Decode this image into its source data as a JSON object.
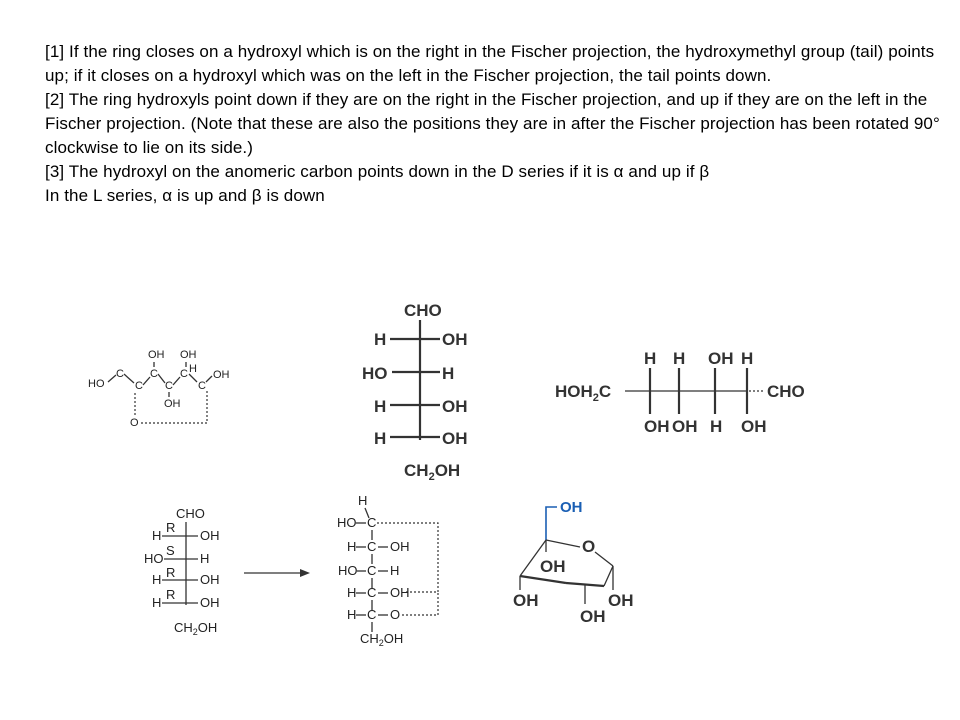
{
  "rules": [
    "[1] If the ring closes on a hydroxyl which is on the right in the Fischer projection, the hydroxymethyl group (tail) points up; if it closes on a hydroxyl which was on the left in the Fischer projection, the tail points down.",
    "[2] The ring hydroxyls point down if they are on the right in the Fischer projection, and up if they are on the left in the Fischer projection. (Note that these are also the positions they are in after the Fischer projection has been rotated 90° clockwise to lie on its side.)",
    "[3] The hydroxyl on the anomeric carbon points down in the D series if it is α and up if β",
    "In the L series, α is up and β is down"
  ],
  "chain": {
    "ho": "HO",
    "c": "C",
    "oh": "OH",
    "h": "H",
    "o": "O"
  },
  "fischer": {
    "cho": "CHO",
    "h": "H",
    "oh": "OH",
    "ho": "HO",
    "ch": "CH",
    "two": "2",
    "ohtail": "OH"
  },
  "side": {
    "hoh": "HOH",
    "two": "2",
    "c": "C",
    "cho": "CHO",
    "h": "H",
    "oh": "OH"
  },
  "fischer_rs": {
    "cho": "CHO",
    "h": "H",
    "oh": "OH",
    "ho": "HO",
    "r": "R",
    "s": "S",
    "ch": "CH",
    "two": "2",
    "ohtail": "OH"
  },
  "pyranose_fischer": {
    "h": "H",
    "ho": "HO",
    "c": "C",
    "oh": "OH",
    "o": "O",
    "ch": "CH",
    "two": "2",
    "ohtail": "OH"
  },
  "haworth": {
    "oh": "OH",
    "o": "O"
  }
}
